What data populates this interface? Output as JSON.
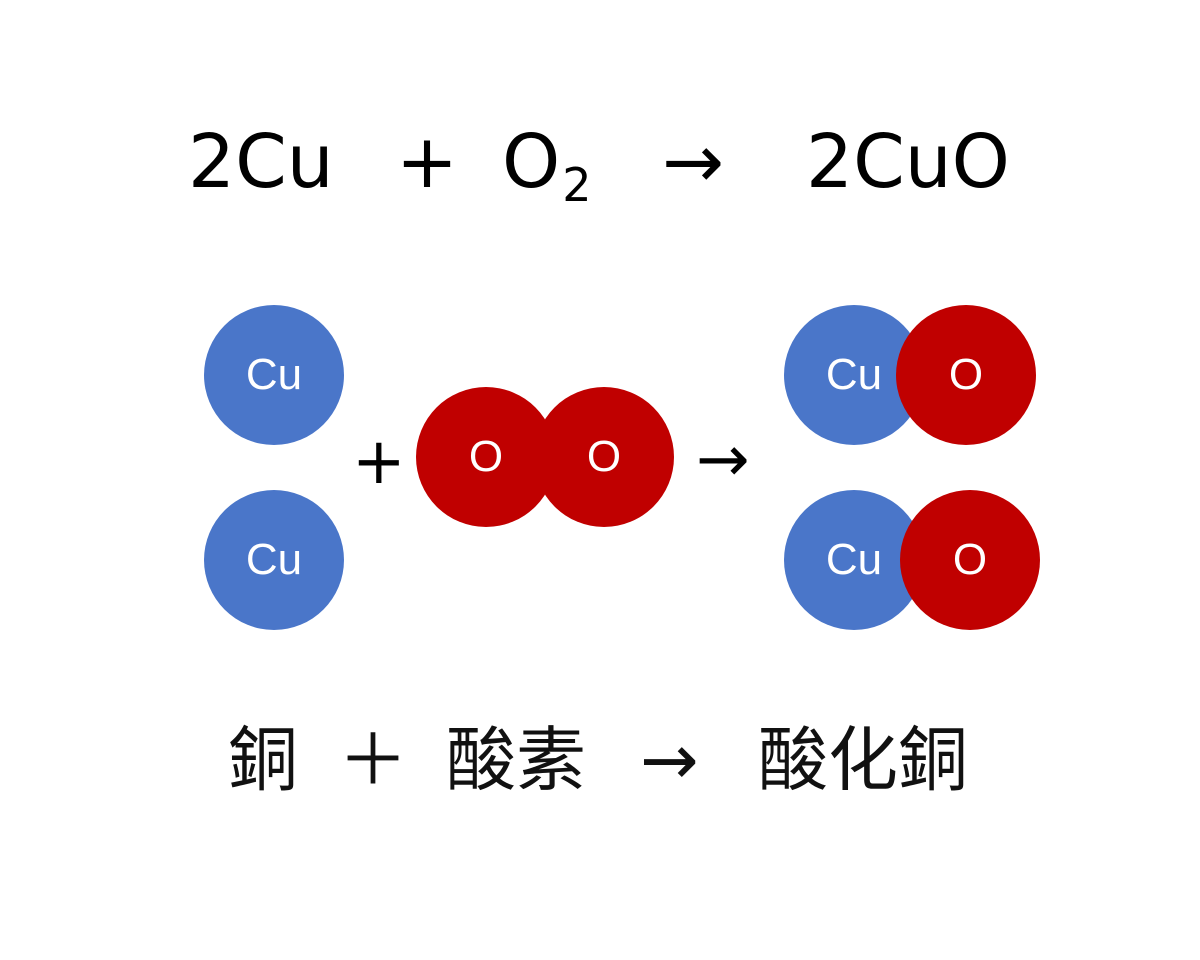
{
  "equation": {
    "term1": "2Cu",
    "plus": "+",
    "o2_base": "O",
    "o2_sub": "2",
    "arrow": "→",
    "product": "2CuO"
  },
  "diagram": {
    "cu_label": "Cu",
    "o_label": "O",
    "plus": "+",
    "arrow": "→",
    "colors": {
      "copper": "#4a76c9",
      "oxygen": "#c00000"
    }
  },
  "japanese": {
    "copper": "銅",
    "plus": "＋",
    "oxygen": "酸素",
    "arrow": "→",
    "copper_oxide": "酸化銅"
  }
}
